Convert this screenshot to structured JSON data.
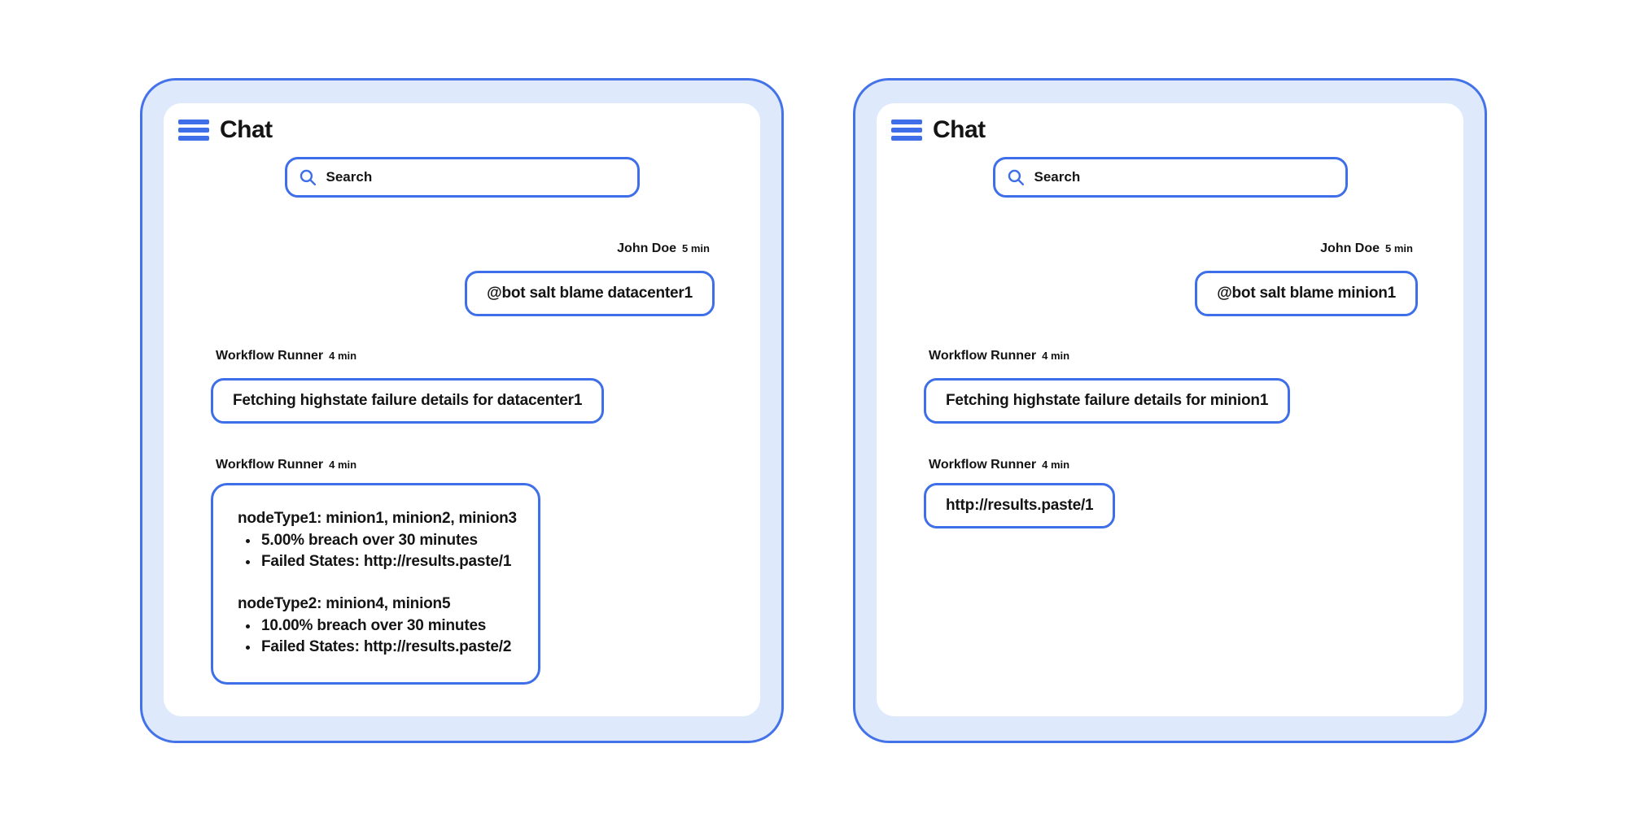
{
  "colors": {
    "frame_border": "#4472e9",
    "frame_fill": "#dfe9fc",
    "bubble_border": "#3e6ee8",
    "icon_blue": "#3e6ee8",
    "text": "#141414",
    "card_bg": "#ffffff"
  },
  "icons": {
    "menu": "hamburger-menu-icon",
    "search": "magnifier-icon"
  },
  "left_panel": {
    "title": "Chat",
    "search_placeholder": "Search",
    "messages": [
      {
        "sender": "John Doe",
        "time": "5 min",
        "text": "@bot salt blame datacenter1",
        "align": "right"
      },
      {
        "sender": "Workflow Runner",
        "time": "4 min",
        "text": "Fetching highstate failure details for datacenter1",
        "align": "left"
      },
      {
        "sender": "Workflow Runner",
        "time": "4 min",
        "align": "left",
        "groups": [
          {
            "heading": "nodeType1: minion1, minion2, minion3",
            "bullets": [
              "5.00% breach over 30 minutes",
              "Failed States: http://results.paste/1"
            ]
          },
          {
            "heading": "nodeType2: minion4, minion5",
            "bullets": [
              "10.00% breach over 30 minutes",
              "Failed States: http://results.paste/2"
            ]
          }
        ]
      }
    ]
  },
  "right_panel": {
    "title": "Chat",
    "search_placeholder": "Search",
    "messages": [
      {
        "sender": "John Doe",
        "time": "5 min",
        "text": "@bot salt blame minion1",
        "align": "right"
      },
      {
        "sender": "Workflow Runner",
        "time": "4 min",
        "text": "Fetching highstate failure details for minion1",
        "align": "left"
      },
      {
        "sender": "Workflow Runner",
        "time": "4 min",
        "text": "http://results.paste/1",
        "align": "left"
      }
    ]
  }
}
